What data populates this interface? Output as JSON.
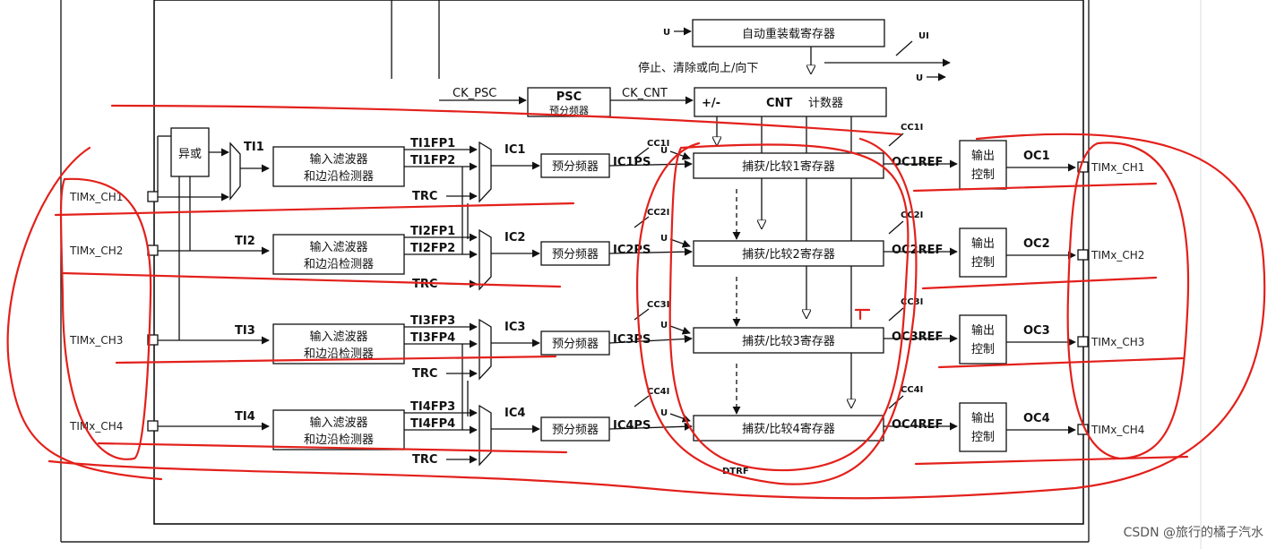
{
  "top": {
    "auto_reload": "自动重装载寄存器",
    "note": "停止、清除或向上/向下",
    "ui": "UI",
    "u": "U",
    "ck_psc": "CK_PSC",
    "psc_title": "PSC",
    "psc_sub": "预分频器",
    "ck_cnt": "CK_CNT",
    "cnt_pm": "+/-",
    "cnt_title": "CNT",
    "cnt_sub": "计数器"
  },
  "xor": {
    "label": "异或"
  },
  "trc": "TRC",
  "channels": [
    {
      "pin": "TIMx_CH1",
      "ti": "TI1",
      "filter_1": "输入滤波器",
      "filter_2": "和边沿检测器",
      "fp_a": "TI1FP1",
      "fp_b": "TI1FP2",
      "ic": "IC1",
      "prescaler": "预分频器",
      "icps": "IC1PS",
      "cci": "CC1I",
      "u": "U",
      "register": "捕获/比较1寄存器",
      "ref": "OC1REF",
      "ccr_in": "CC1I",
      "oc_1": "输出",
      "oc_2": "控制",
      "oc": "OC1",
      "out_pin": "TIMx_CH1"
    },
    {
      "pin": "TIMx_CH2",
      "ti": "TI2",
      "filter_1": "输入滤波器",
      "filter_2": "和边沿检测器",
      "fp_a": "TI2FP1",
      "fp_b": "TI2FP2",
      "ic": "IC2",
      "prescaler": "预分频器",
      "icps": "IC2PS",
      "cci": "CC2I",
      "u": "U",
      "register": "捕获/比较2寄存器",
      "ref": "OC2REF",
      "ccr_in": "CC2I",
      "oc_1": "输出",
      "oc_2": "控制",
      "oc": "OC2",
      "out_pin": "TIMx_CH2"
    },
    {
      "pin": "TIMx_CH3",
      "ti": "TI3",
      "filter_1": "输入滤波器",
      "filter_2": "和边沿检测器",
      "fp_a": "TI3FP3",
      "fp_b": "TI3FP4",
      "ic": "IC3",
      "prescaler": "预分频器",
      "icps": "IC3PS",
      "cci": "CC3I",
      "u": "U",
      "register": "捕获/比较3寄存器",
      "ref": "OC3REF",
      "ccr_in": "CC3I",
      "oc_1": "输出",
      "oc_2": "控制",
      "oc": "OC3",
      "out_pin": "TIMx_CH3"
    },
    {
      "pin": "TIMx_CH4",
      "ti": "TI4",
      "filter_1": "输入滤波器",
      "filter_2": "和边沿检测器",
      "fp_a": "TI4FP3",
      "fp_b": "TI4FP4",
      "ic": "IC4",
      "prescaler": "预分频器",
      "icps": "IC4PS",
      "cci": "CC4I",
      "u": "U",
      "register": "捕获/比较4寄存器",
      "ref": "OC4REF",
      "ccr_in": "CC4I",
      "oc_1": "输出",
      "oc_2": "控制",
      "oc": "OC4",
      "out_pin": "TIMx_CH4"
    }
  ],
  "bottom": {
    "dtrf": "DTRF"
  },
  "watermark": "CSDN @旅行的橘子汽水",
  "colors": {
    "annotation": "#e3201b",
    "line": "#111111"
  }
}
